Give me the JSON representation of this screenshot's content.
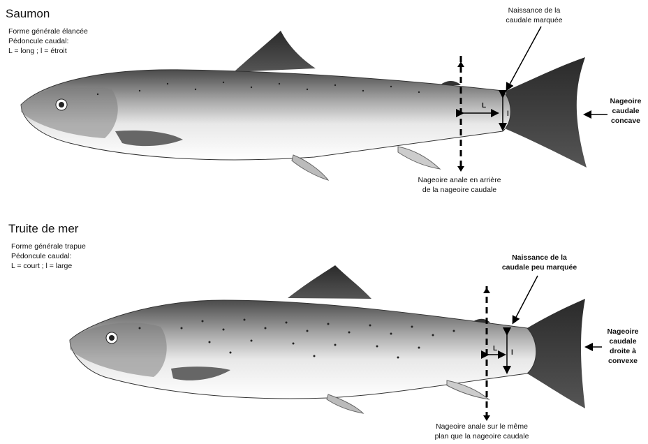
{
  "salmon": {
    "title": "Saumon",
    "desc": [
      "Forme générale élancée",
      "Pédoncule caudal:",
      "L = long ; l = étroit"
    ],
    "caudal_birth": [
      "Naissance de la",
      "caudale marquée"
    ],
    "caudal_fin": [
      "Nageoire",
      "caudale",
      "concave"
    ],
    "anal_fin": [
      "Nageoire anale en arrière",
      "de la nageoire caudale"
    ],
    "L": "L",
    "l": "l"
  },
  "trout": {
    "title": "Truite de mer",
    "desc": [
      "Forme générale trapue",
      "Pédoncule caudal:",
      "L = court ; l = large"
    ],
    "caudal_birth": [
      "Naissance de la",
      "caudale peu marquée"
    ],
    "caudal_fin": [
      "Nageoire",
      "caudale",
      "droite à",
      "convexe"
    ],
    "anal_fin": [
      "Nageoire anale sur le même",
      "plan que la nageoire caudale"
    ],
    "L": "L",
    "l": "l"
  }
}
